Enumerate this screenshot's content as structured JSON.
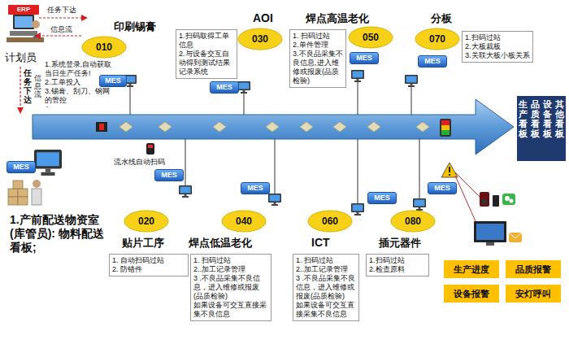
{
  "diagram": {
    "nodes": [
      {
        "text": [
          "ERP"
        ]
      },
      {
        "text": [
          "010"
        ]
      },
      {
        "text": [
          "1.系统登录,自动获取当日生产任务!",
          "2.工单投入",
          "3.锡膏、刮刀、钢网的管控"
        ]
      },
      {
        "text": [
          "MES"
        ]
      },
      {
        "text": [
          "020"
        ]
      },
      {
        "text": [
          "1. 自动扫码过站",
          "2. 防错件"
        ]
      },
      {
        "text": [
          "MES"
        ]
      },
      {
        "text": [
          "030"
        ]
      },
      {
        "text": [
          "1.扫码取得工单信息",
          "2.与设备交互自动得到测试结果记录系统"
        ]
      },
      {
        "text": [
          "MES"
        ]
      },
      {
        "text": [
          "040"
        ]
      },
      {
        "text": [
          "1. 扫码过站",
          "2..加工记录管理",
          "3 .不良品采集不良信息，进入维修或报废(品质检验)",
          "如果设备可交互直接采集不良信息"
        ]
      },
      {
        "text": [
          "MES"
        ]
      },
      {
        "text": [
          "050"
        ]
      },
      {
        "text": [
          "1. 扫码过站",
          "2.单件管理",
          "3.不良品采集不良信息,进入维修或报废(品质检验)"
        ]
      },
      {
        "text": [
          "MES"
        ]
      },
      {
        "text": [
          "060"
        ]
      },
      {
        "text": [
          "1. 扫码过站",
          "2..加工记录管理",
          "3 .不良品采集不良信息，进入维修或报废(品质检验)",
          "如果设备可交互直接采集不良信息"
        ]
      },
      {
        "text": [
          "MES"
        ]
      },
      {
        "text": [
          "070"
        ]
      },
      {
        "text": [
          "1.扫码过站",
          "2.大板裁板",
          "3.关联大板小板关系"
        ]
      },
      {
        "text": [
          "MES"
        ]
      },
      {
        "text": [
          "080"
        ]
      },
      {
        "text": [
          "1.扫码过站",
          "2.检查原料"
        ]
      },
      {
        "text": [
          "MES"
        ]
      },
      {
        "text": [
          "MES"
        ]
      },
      {
        "text": [
          "生产看板"
        ]
      },
      {
        "text": [
          "品质看板"
        ]
      },
      {
        "text": [
          "设备看板"
        ]
      },
      {
        "text": [
          "其他看板"
        ]
      },
      {
        "text": [
          "生产进度"
        ]
      },
      {
        "text": [
          "品质报警"
        ]
      },
      {
        "text": [
          "设备报警"
        ]
      },
      {
        "text": [
          "安灯呼叫"
        ]
      }
    ],
    "labels": [
      "任务下达",
      "信息流",
      "任务下达",
      "信息流",
      "计划员",
      "印刷锡膏",
      "贴片工序",
      "AOI",
      "焊点低温老化",
      "焊点高温老化",
      "ICT",
      "分板",
      "插元器件",
      "流水线自动扫码",
      "1.产前配送物资室 (库管员): 物料配送看板;"
    ]
  }
}
